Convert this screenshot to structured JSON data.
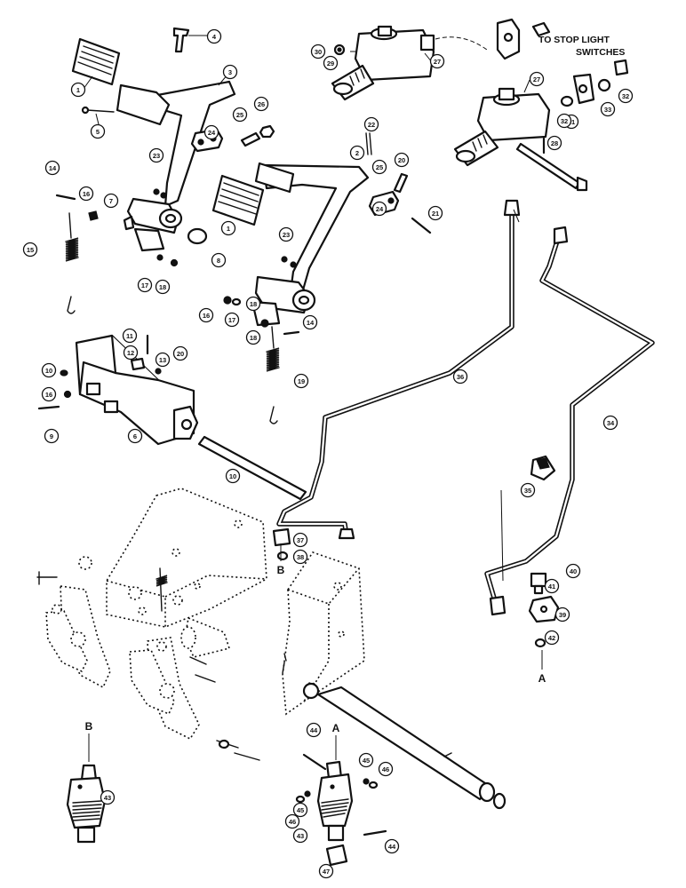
{
  "note": {
    "line1": "TO STOP LIGHT",
    "line2": "SWITCHES"
  },
  "letters": [
    "B",
    "A",
    "A",
    "B"
  ],
  "callouts": [
    "1",
    "4",
    "3",
    "5",
    "25",
    "26",
    "24",
    "23",
    "2",
    "22",
    "20",
    "25",
    "24",
    "21",
    "14",
    "16",
    "7",
    "15",
    "8",
    "17",
    "18",
    "1",
    "23",
    "16",
    "17",
    "18",
    "18",
    "14",
    "19",
    "11",
    "12",
    "13",
    "20",
    "10",
    "16",
    "9",
    "6",
    "10",
    "30",
    "29",
    "27",
    "27",
    "31",
    "32",
    "33",
    "32",
    "28",
    "36",
    "34",
    "35",
    "37",
    "38",
    "40",
    "41",
    "39",
    "42",
    "44",
    "45",
    "46",
    "46",
    "45",
    "43",
    "43",
    "44",
    "47"
  ],
  "colors": {
    "ink": "#111111",
    "paper": "#ffffff"
  }
}
